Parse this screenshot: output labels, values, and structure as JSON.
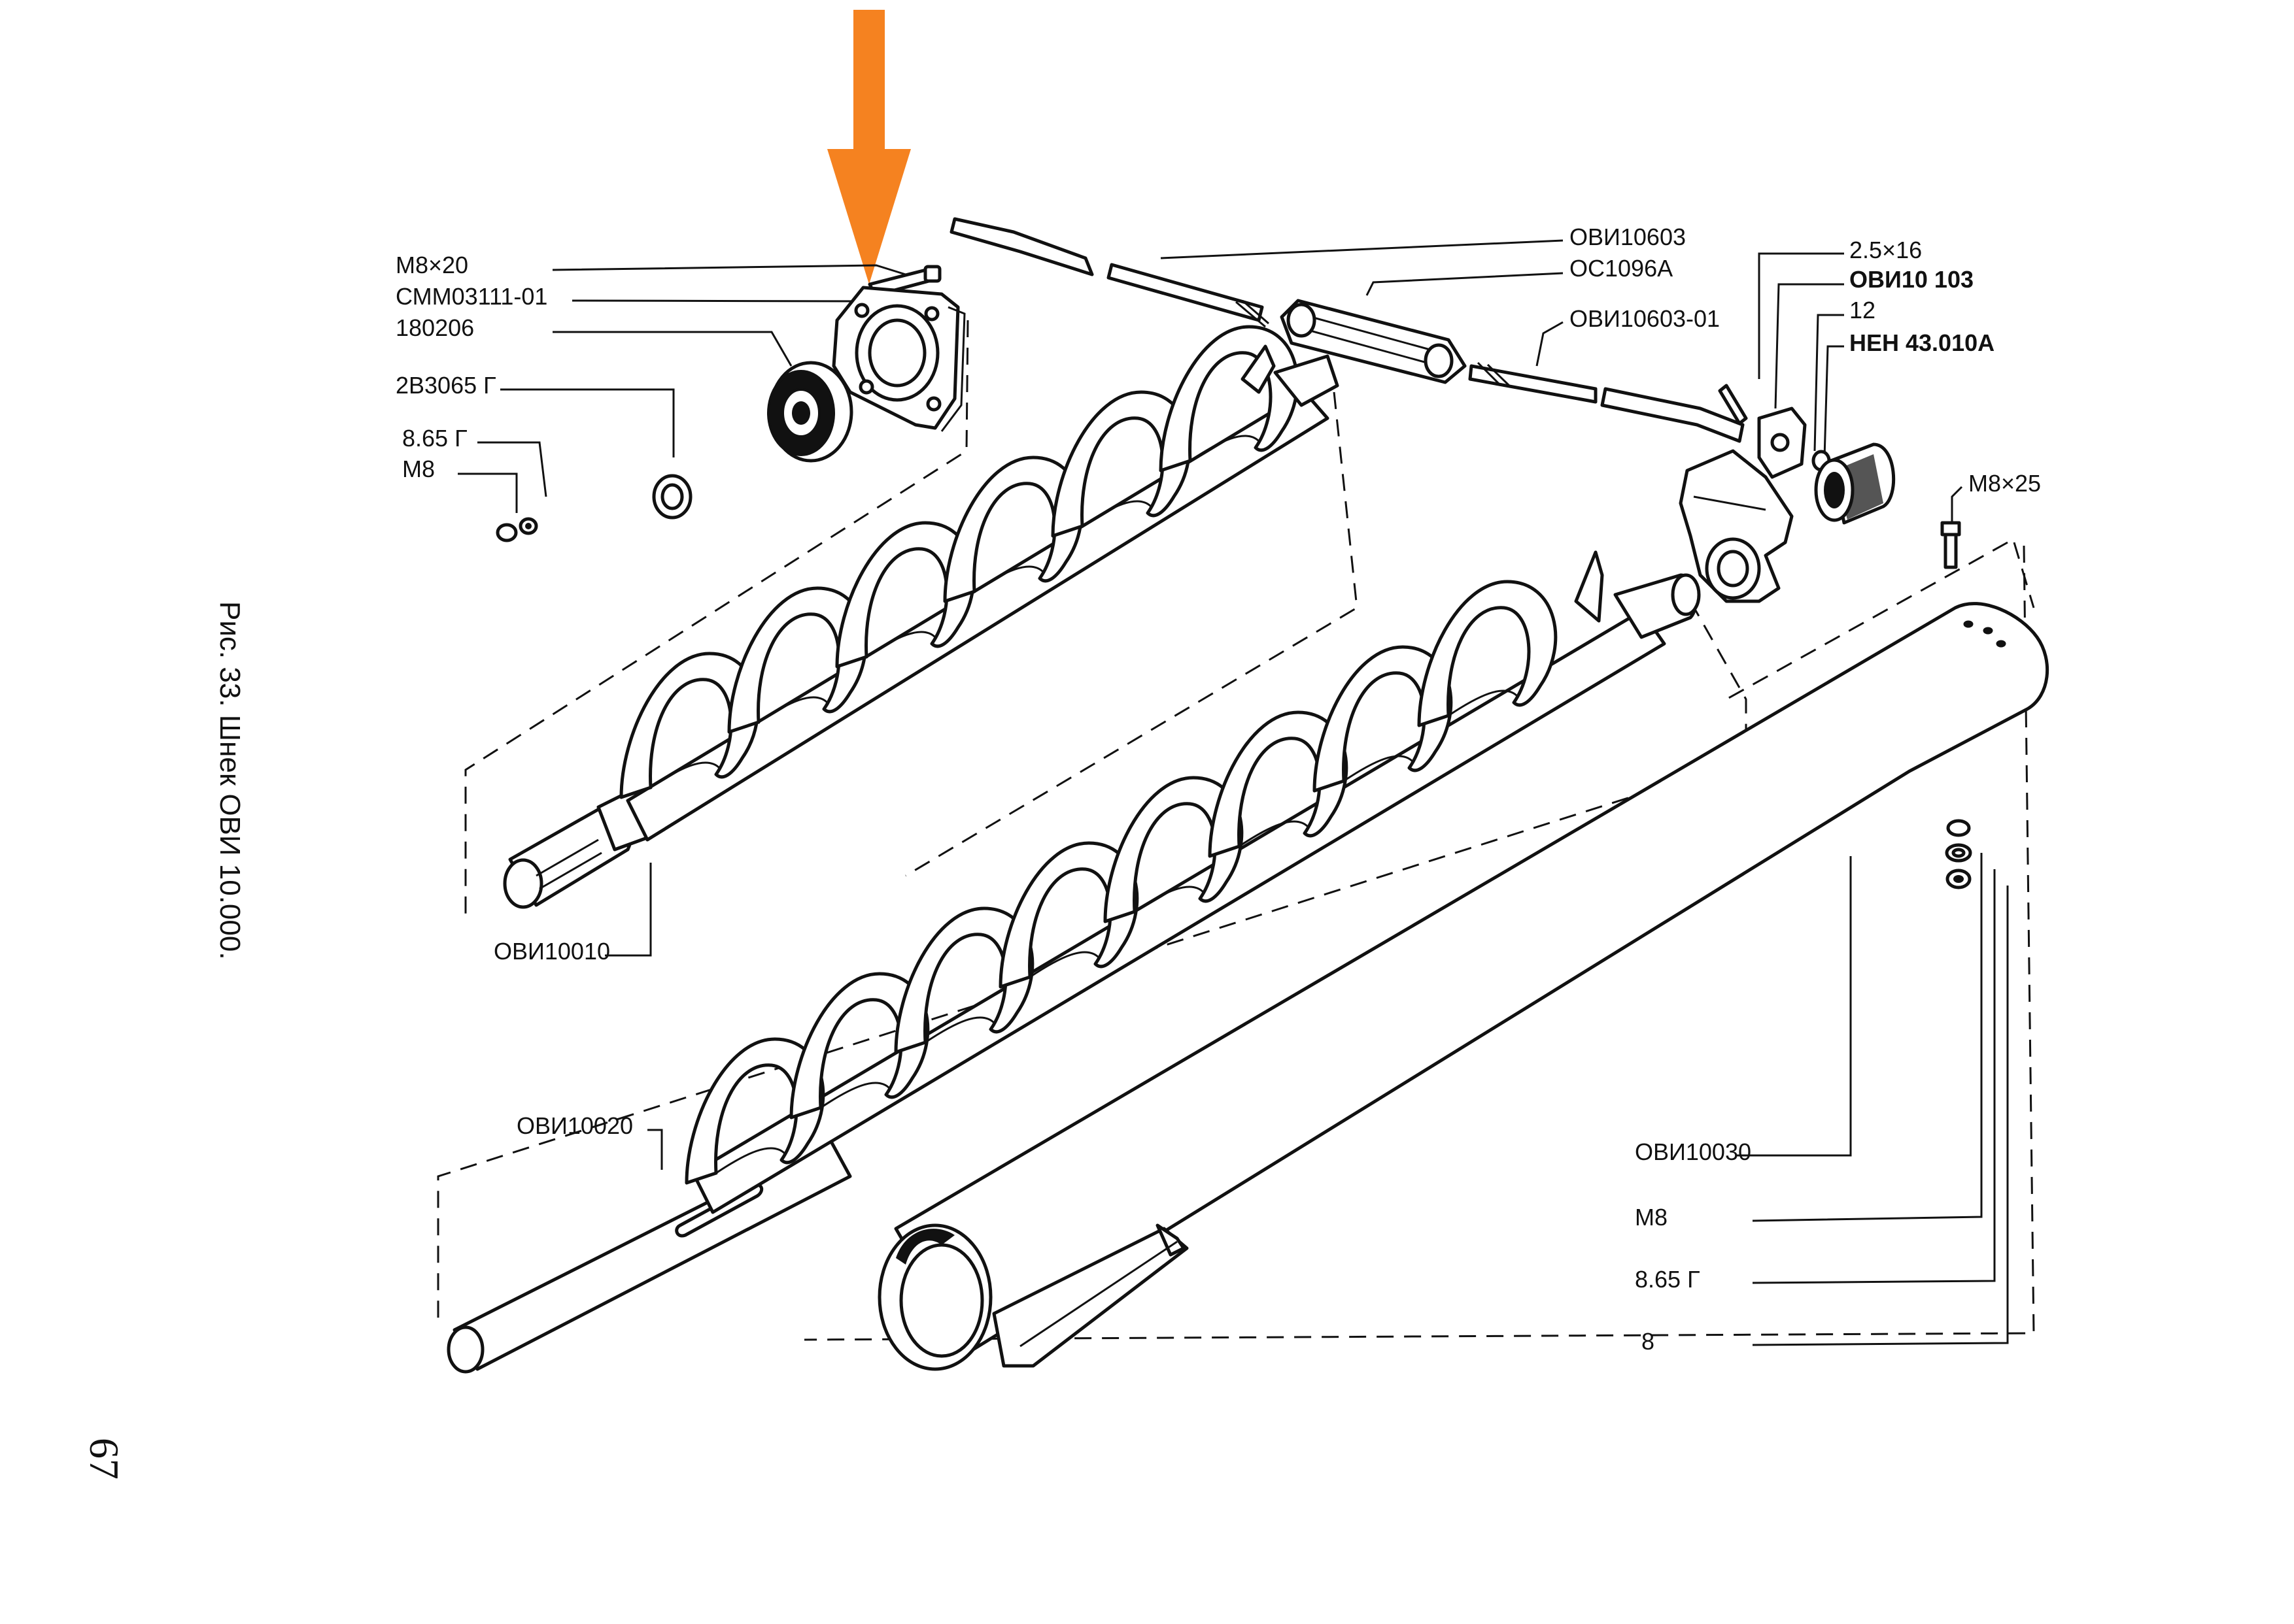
{
  "caption": "Рис. 33. Шнек ОВИ 10.000.",
  "page_number": "67",
  "pointer_color": "#F58220",
  "labels": {
    "m8x20": "M8×20",
    "cmm03111": "СММ03111-01",
    "b180206": "180206",
    "w2b3065": "2В3065 Г",
    "w865_left": "8.65 Г",
    "m8_left": "M8",
    "ovi10010": "ОВИ10010",
    "ovi10020": "ОВИ10020",
    "ovi10603": "ОВИ10603",
    "oc1096a": "ОС1096А",
    "ovi10603_01": "ОВИ10603-01",
    "pin25x16": "2.5×16",
    "ovi10103": "ОВИ10 103",
    "n12": "12",
    "neh43010a": "НЕН 43.010А",
    "m8x25": "M8×25",
    "ovi10030": "ОВИ10030",
    "m8_right": "M8",
    "w865_right": "8.65 Г",
    "n8": "8"
  }
}
